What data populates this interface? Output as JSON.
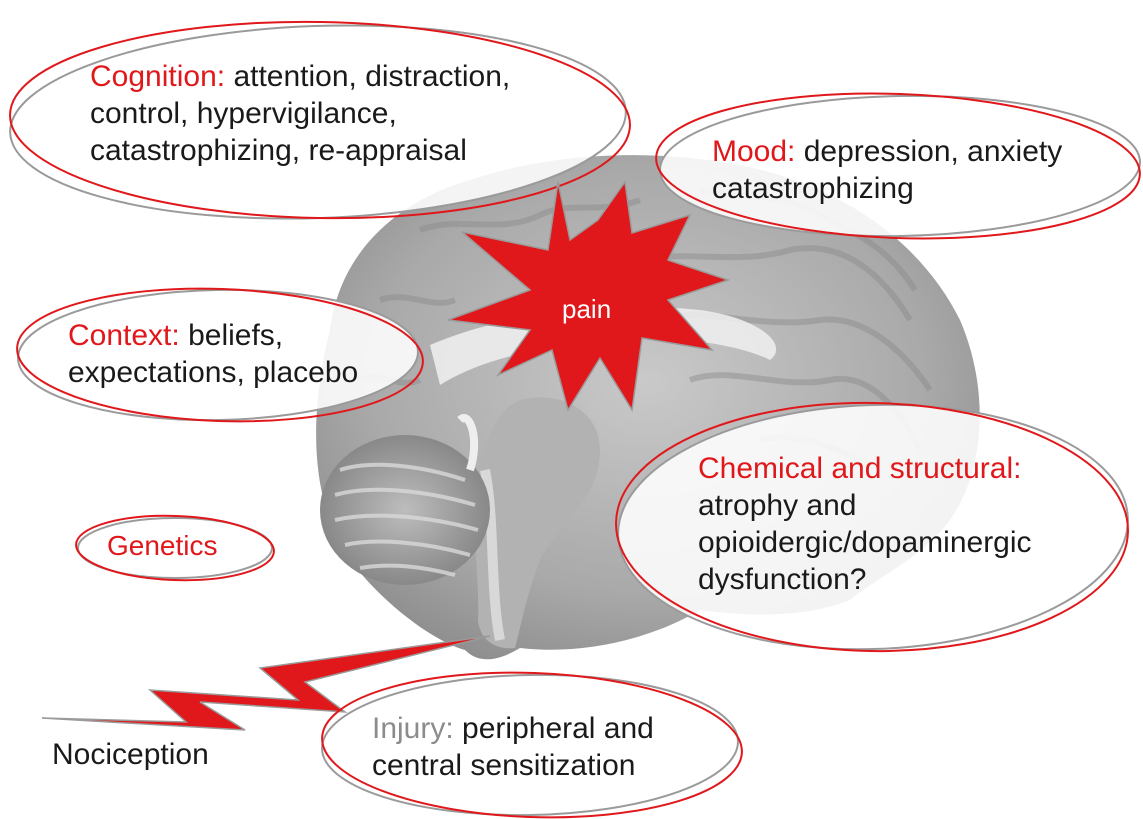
{
  "colors": {
    "accent_red": "#e0181b",
    "ellipse_stroke_grey": "#9a9a9a",
    "text": "#1a1a1a",
    "injury_label_grey": "#8c8c8c"
  },
  "center": {
    "label": "pain"
  },
  "factors": {
    "cognition": {
      "key": "Cognition:",
      "lines": [
        "attention, distraction,",
        "control, hypervigilance,",
        "catastrophizing, re-appraisal"
      ]
    },
    "mood": {
      "key": "Mood:",
      "lines": [
        "depression, anxiety",
        "catastrophizing"
      ]
    },
    "context": {
      "key": "Context:",
      "lines": [
        "beliefs,",
        "expectations, placebo"
      ]
    },
    "genetics": {
      "key": "Genetics"
    },
    "chemical": {
      "key": "Chemical and structural:",
      "lines": [
        "atrophy and",
        "opioidergic/dopaminergic",
        "dysfunction?"
      ]
    },
    "injury": {
      "key": "Injury:",
      "lines": [
        "peripheral and",
        "central sensitization"
      ]
    }
  },
  "input": {
    "label": "Nociception"
  }
}
